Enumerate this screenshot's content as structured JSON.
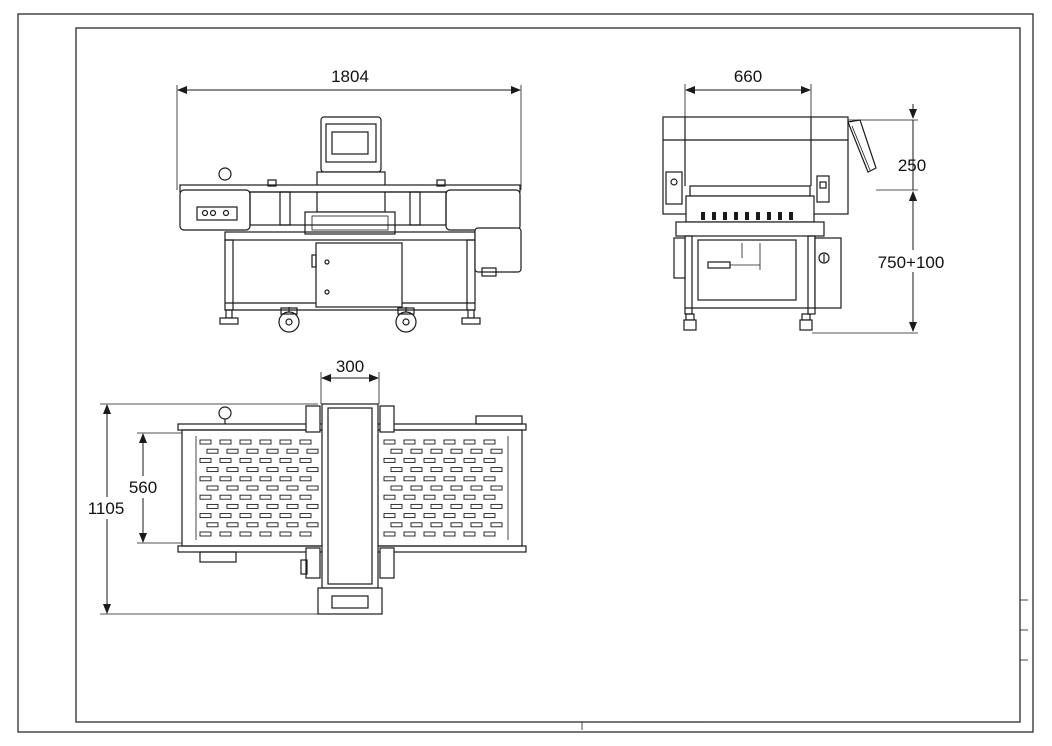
{
  "drawing": {
    "dimensions": {
      "overall_length": "1804",
      "side_width": "660",
      "aperture_height": "250",
      "belt_height": "750+100",
      "aperture_width": "300",
      "overall_width": "1105",
      "belt_width": "560"
    }
  }
}
